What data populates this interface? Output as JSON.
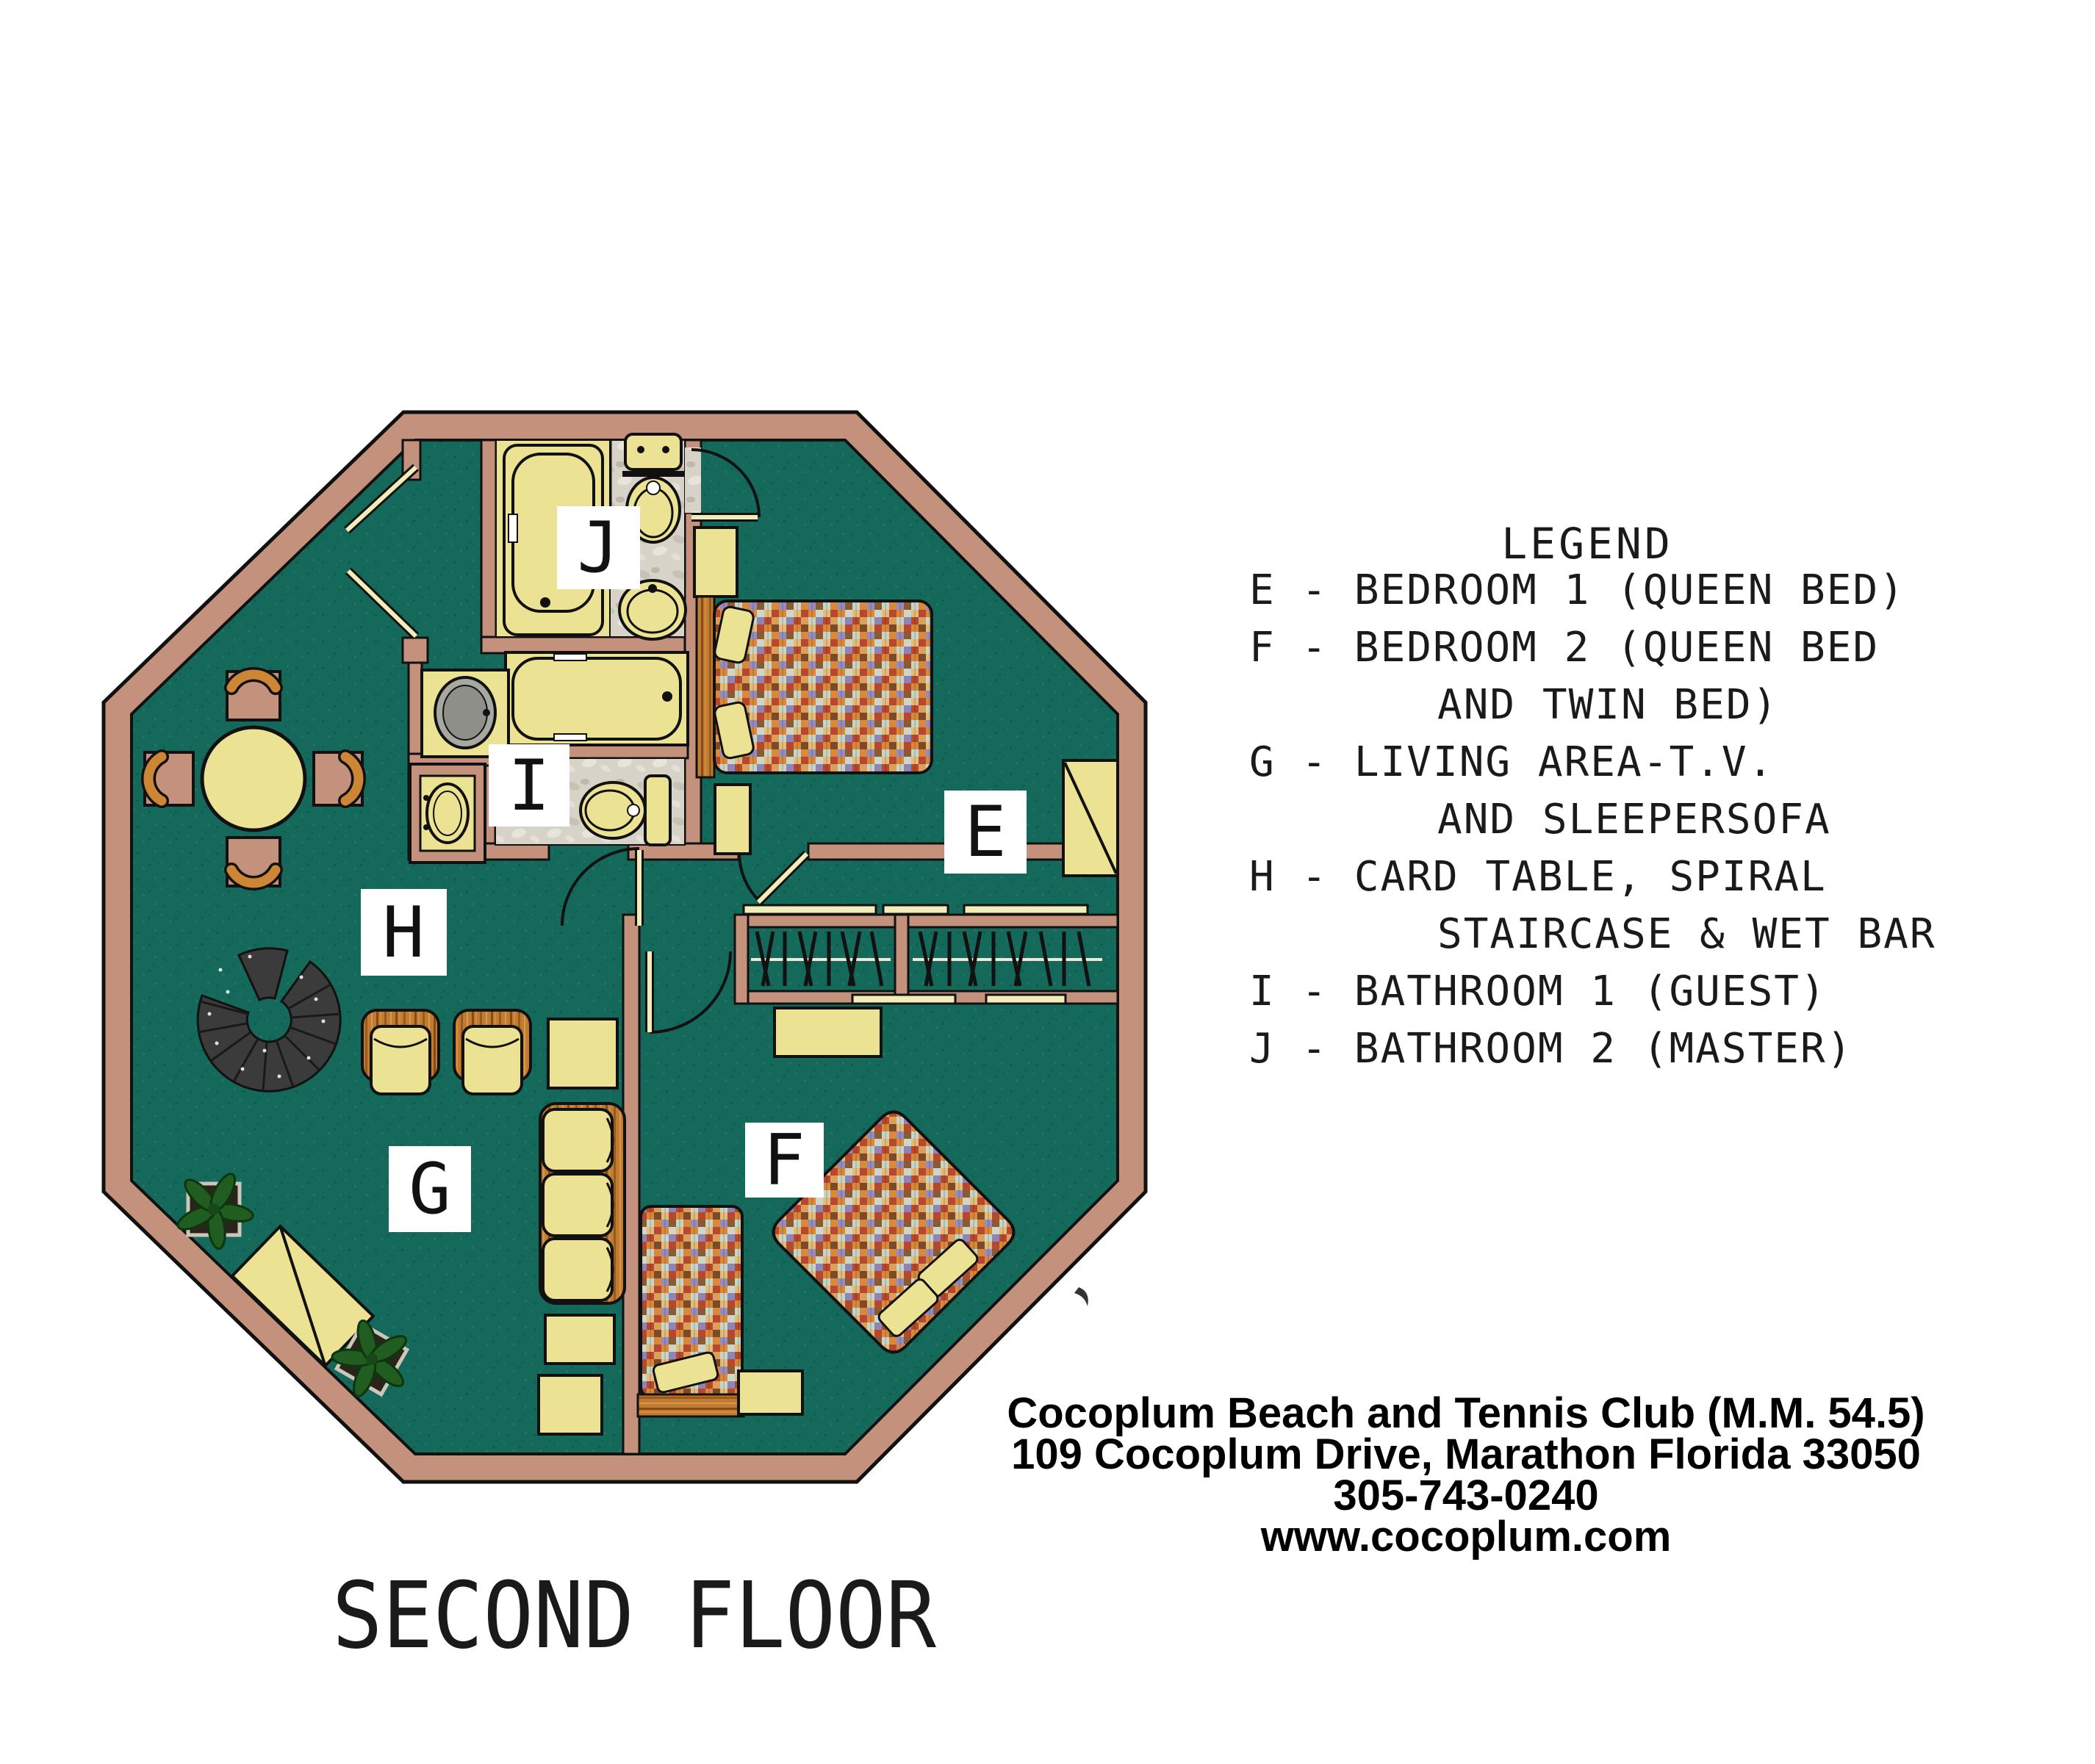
{
  "title": "SECOND FLOOR",
  "legend": {
    "heading": "LEGEND",
    "lines": [
      "E - BEDROOM 1 (QUEEN BED)",
      "F - BEDROOM 2 (QUEEN BED",
      "AND TWIN BED)",
      "G - LIVING AREA-T.V.",
      "AND SLEEPERSOFA",
      "H - CARD TABLE, SPIRAL",
      "STAIRCASE & WET BAR",
      "I - BATHROOM 1 (GUEST)",
      "J - BATHROOM 2 (MASTER)"
    ]
  },
  "contact": {
    "lines": [
      "Cocoplum Beach and Tennis Club (M.M. 54.5)",
      "109 Cocoplum Drive, Marathon Florida 33050",
      "305-743-0240",
      "www.cocoplum.com"
    ]
  },
  "rooms": [
    "E",
    "F",
    "G",
    "H",
    "I",
    "J"
  ],
  "colors": {
    "floor": "#15695a",
    "wall": "#c3917c",
    "furniture": "#ece294",
    "door": "#f2ecb8",
    "wood": "#c07c33",
    "tile": "#d8d3c9",
    "stair": "#3b3b3b",
    "leaf": "#215c21"
  }
}
